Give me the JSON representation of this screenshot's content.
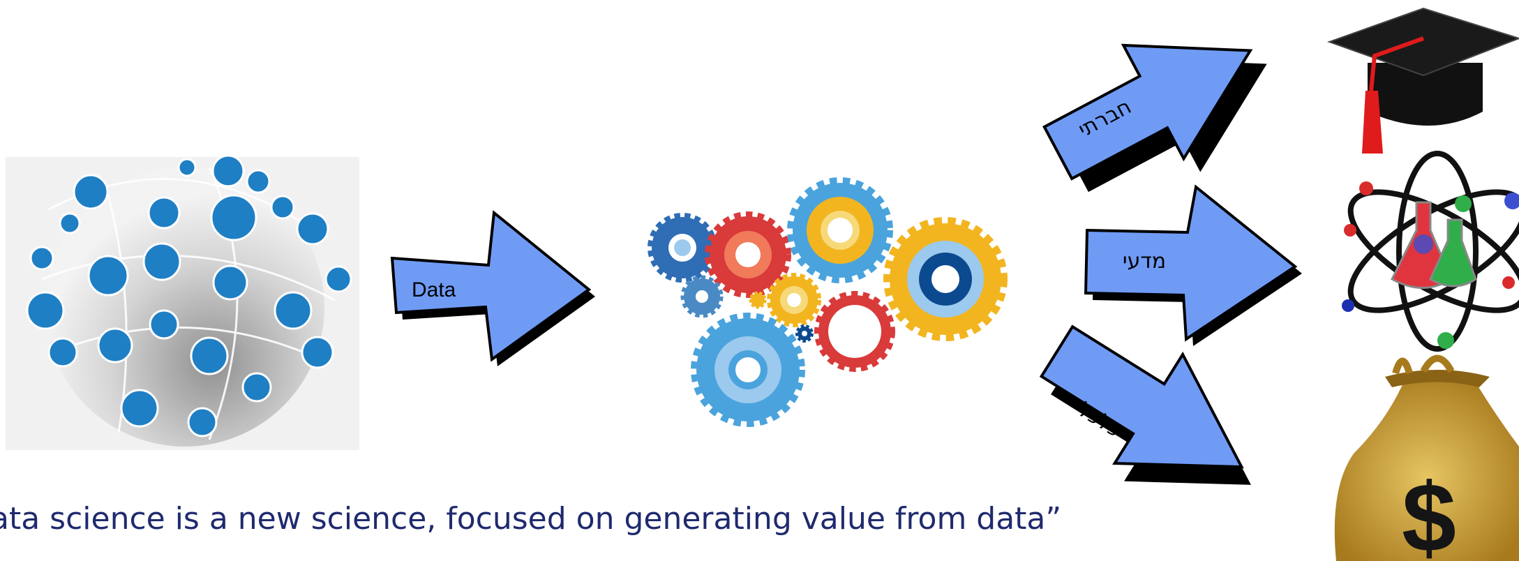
{
  "data_arrow_label": "Data",
  "arrows": {
    "social": "חברתי",
    "scientific": "מדעי",
    "economic": "כלכלי"
  },
  "quote": "ata science is a new science, focused on generating value from data”",
  "money_symbol": "$",
  "colors": {
    "arrow_fill": "#6f9bf5",
    "arrow_stroke": "#000000",
    "gear_blue": "#4aa3dc",
    "gear_red": "#d93a3a",
    "gear_yellow": "#f2b51f",
    "gear_navy": "#0b4a8f",
    "quote_text": "#1f2a6e",
    "bag": "#c9a23a"
  }
}
